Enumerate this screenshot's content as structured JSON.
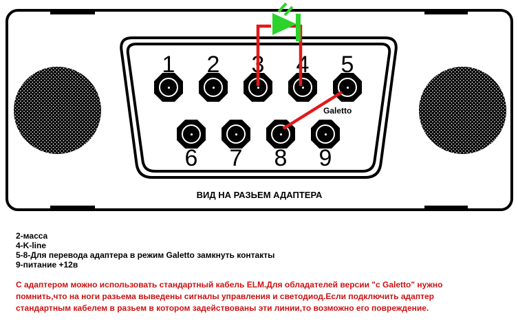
{
  "diagram": {
    "caption": "ВИД НА РАЗЬЕМ АДАПТЕРА",
    "connector_label": "Galetto",
    "pin_labels": {
      "top": [
        "1",
        "2",
        "3",
        "4",
        "5"
      ],
      "bottom": [
        "6",
        "7",
        "8",
        "9"
      ]
    },
    "connections": {
      "led_between_pins": [
        "3",
        "4"
      ],
      "jumper_between_pins": [
        "8",
        "5"
      ]
    }
  },
  "legend": {
    "lines": [
      "2-масса",
      "4-K-line",
      "5-8-Для перевода адаптера в режим Galetto замкнуть контакты",
      "9-питание +12в"
    ]
  },
  "warning": {
    "lines": [
      "С адаптером можно использовать стандартный кабель ELM.Для обладателей версии \"с Galetto\" нужно",
      "помнить,что на ноги разьема выведены сигналы управления и светодиод.Если подключить адаптер",
      "стандартным кабелем в разьем в котором задействованы эти линии,то возможно его повреждение."
    ]
  },
  "colors": {
    "wire_red": "#e11a1a",
    "warning_red": "#cc1111",
    "led_green": "#2bd32b",
    "outline_black": "#000000"
  }
}
